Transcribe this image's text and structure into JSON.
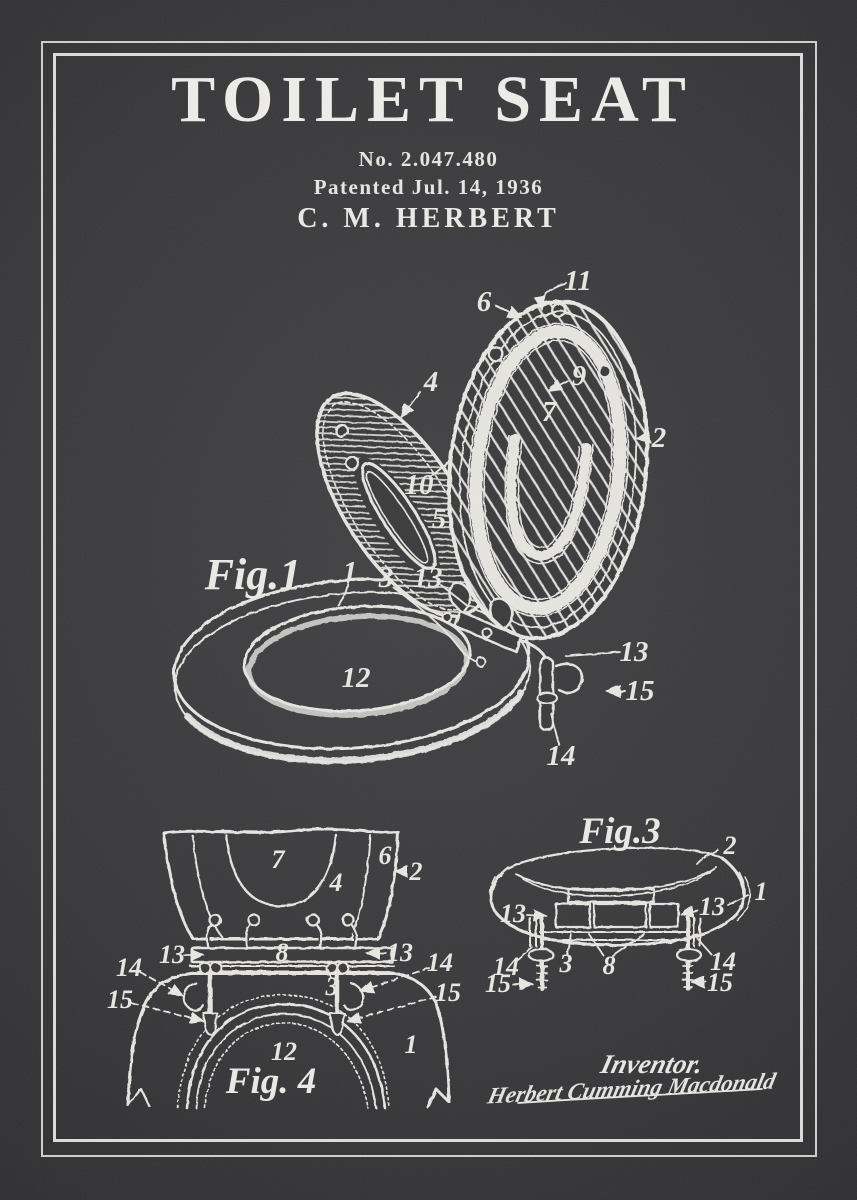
{
  "poster": {
    "title": "TOILET SEAT",
    "patent_number": "No. 2.047.480",
    "patent_date": "Patented Jul. 14, 1936",
    "inventor": "C. M. HERBERT",
    "colors": {
      "background": "#3a3a3d",
      "background_edge": "#1f1f22",
      "chalk": "#e7e5e0",
      "border": "#dddcd8"
    }
  },
  "fig1": {
    "caption": "Fig.1",
    "labels": {
      "l1": "1",
      "l2": "2",
      "l3": "3",
      "l4": "4",
      "l5": "5",
      "l6": "6",
      "l7": "7",
      "l9": "9",
      "l10": "10",
      "l11": "11",
      "l12": "12",
      "l13a": "13",
      "l13b": "13",
      "l14": "14",
      "l15": "15"
    }
  },
  "fig3": {
    "caption": "Fig.3",
    "labels": {
      "l1": "1",
      "l2": "2",
      "l3": "3",
      "l8": "8",
      "l13a": "13",
      "l13b": "13",
      "l14a": "14",
      "l14b": "14",
      "l15a": "15",
      "l15b": "15"
    }
  },
  "fig4": {
    "caption": "Fig. 4",
    "labels": {
      "l1": "1",
      "l2": "2",
      "l3": "3",
      "l4": "4",
      "l6": "6",
      "l7": "7",
      "l8": "8",
      "l12": "12",
      "l13a": "13",
      "l13b": "13",
      "l14a": "14",
      "l14b": "14",
      "l15a": "15",
      "l15b": "15"
    }
  },
  "signature": {
    "caption": "Inventor.",
    "name": "Herbert Cumming Macdonald"
  }
}
